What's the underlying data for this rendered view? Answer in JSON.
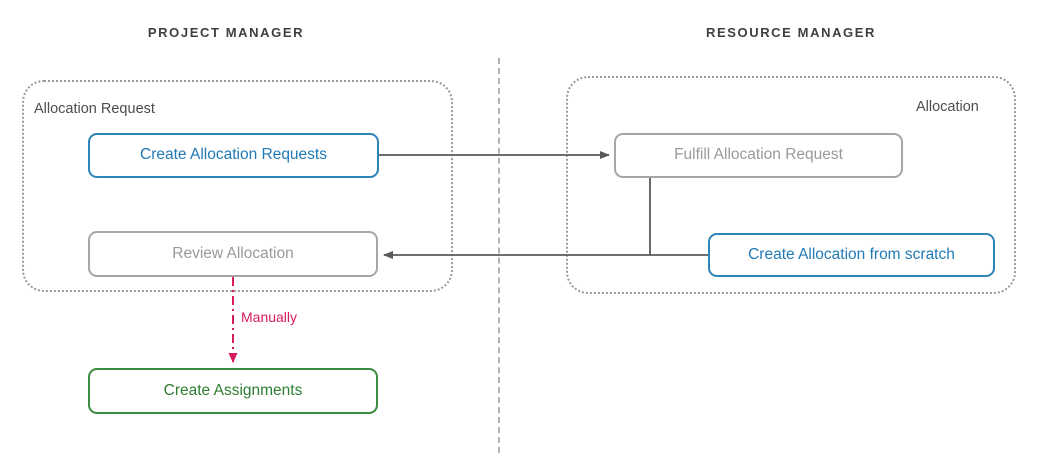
{
  "diagram": {
    "title_lanes": [
      {
        "id": "project-manager",
        "label": "PROJECT MANAGER"
      },
      {
        "id": "resource-manager",
        "label": "RESOURCE MANAGER"
      }
    ],
    "groups": [
      {
        "id": "allocation-request",
        "label": "Allocation Request"
      },
      {
        "id": "allocation",
        "label": "Allocation"
      }
    ],
    "nodes": [
      {
        "id": "create-allocation-requests",
        "label": "Create Allocation Requests",
        "style": "blue"
      },
      {
        "id": "review-allocation",
        "label": "Review Allocation",
        "style": "gray"
      },
      {
        "id": "create-assignments",
        "label": "Create Assignments",
        "style": "green"
      },
      {
        "id": "fulfill-allocation-request",
        "label": "Fulfill Allocation Request",
        "style": "gray"
      },
      {
        "id": "create-allocation-scratch",
        "label": "Create Allocation from scratch",
        "style": "blue"
      }
    ],
    "edges": [
      {
        "id": "req-to-fulfill",
        "from": "create-allocation-requests",
        "to": "fulfill-allocation-request",
        "label": "",
        "style": "solid"
      },
      {
        "id": "fulfill-to-review",
        "from": "fulfill-allocation-request",
        "to": "review-allocation",
        "label": "",
        "style": "solid"
      },
      {
        "id": "scratch-to-review",
        "from": "create-allocation-scratch",
        "to": "review-allocation",
        "label": "",
        "style": "solid"
      },
      {
        "id": "review-to-assign",
        "from": "review-allocation",
        "to": "create-assignments",
        "label": "Manually",
        "style": "dash-dot"
      }
    ],
    "colors": {
      "blue": "#2179b5",
      "blue_border": "#2e84b8",
      "gray": "#9a9a9a",
      "gray_border": "#a6a6a6",
      "green": "#2e7d32",
      "green_border": "#3d8b40",
      "crimson": "#d81b60",
      "edge": "#595959",
      "group_border": "#9a9a9a",
      "lane_divider": "#b3b3b3",
      "lane_title": "#3f3f3f"
    }
  }
}
